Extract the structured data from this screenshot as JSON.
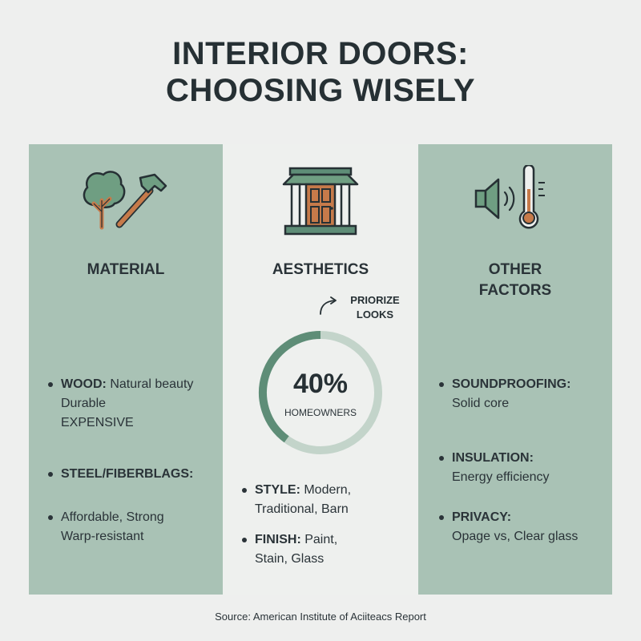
{
  "title": {
    "line1": "INTERIOR DOORS:",
    "line2": "CHOOSING WISELY"
  },
  "colors": {
    "panel_green": "#a9c2b5",
    "panel_light": "#eef0ee",
    "accent": "#5e8d77",
    "wood": "#c67a4a",
    "dark": "#263034"
  },
  "columns": {
    "material": {
      "icons": [
        "tree-icon",
        "hammer-icon"
      ],
      "title": "MATERIAL",
      "wood": {
        "label": "WOOD:",
        "text1": " Natural beauty",
        "text2": "Durable",
        "text3": "EXPENSIVE"
      },
      "steel": {
        "label": "STEEL/FIBERBLAGS:"
      },
      "steel_desc": {
        "text1": "Affordable, Strong",
        "text2": "Warp-resistant"
      }
    },
    "aesthetics": {
      "icons": [
        "door-icon"
      ],
      "title": "AESTHETICS",
      "annotation": {
        "line1": "PRIORIZE",
        "line2": "LOOKS"
      },
      "stat": {
        "value": "40%",
        "fraction": 0.4,
        "label": "HOMEOWNERS"
      },
      "style": {
        "label": "STYLE:",
        "text1": " Modern,",
        "text2": "Traditional, Barn"
      },
      "finish": {
        "label": "FINISH:",
        "text1": " Paint,",
        "text2": "Stain, Glass"
      }
    },
    "other": {
      "icons": [
        "speaker-icon",
        "thermometer-icon"
      ],
      "title_line1": "OTHER",
      "title_line2": "FACTORS",
      "soundproofing": {
        "label": "SOUNDPROOFING:",
        "text": "Solid core"
      },
      "insulation": {
        "label": "INSULATION:",
        "text": "Energy efficiency"
      },
      "privacy": {
        "label": "PRIVACY:",
        "text": "Opage vs, Clear glass"
      }
    }
  },
  "source": "Source: American Institute of Aciiteacs Report"
}
